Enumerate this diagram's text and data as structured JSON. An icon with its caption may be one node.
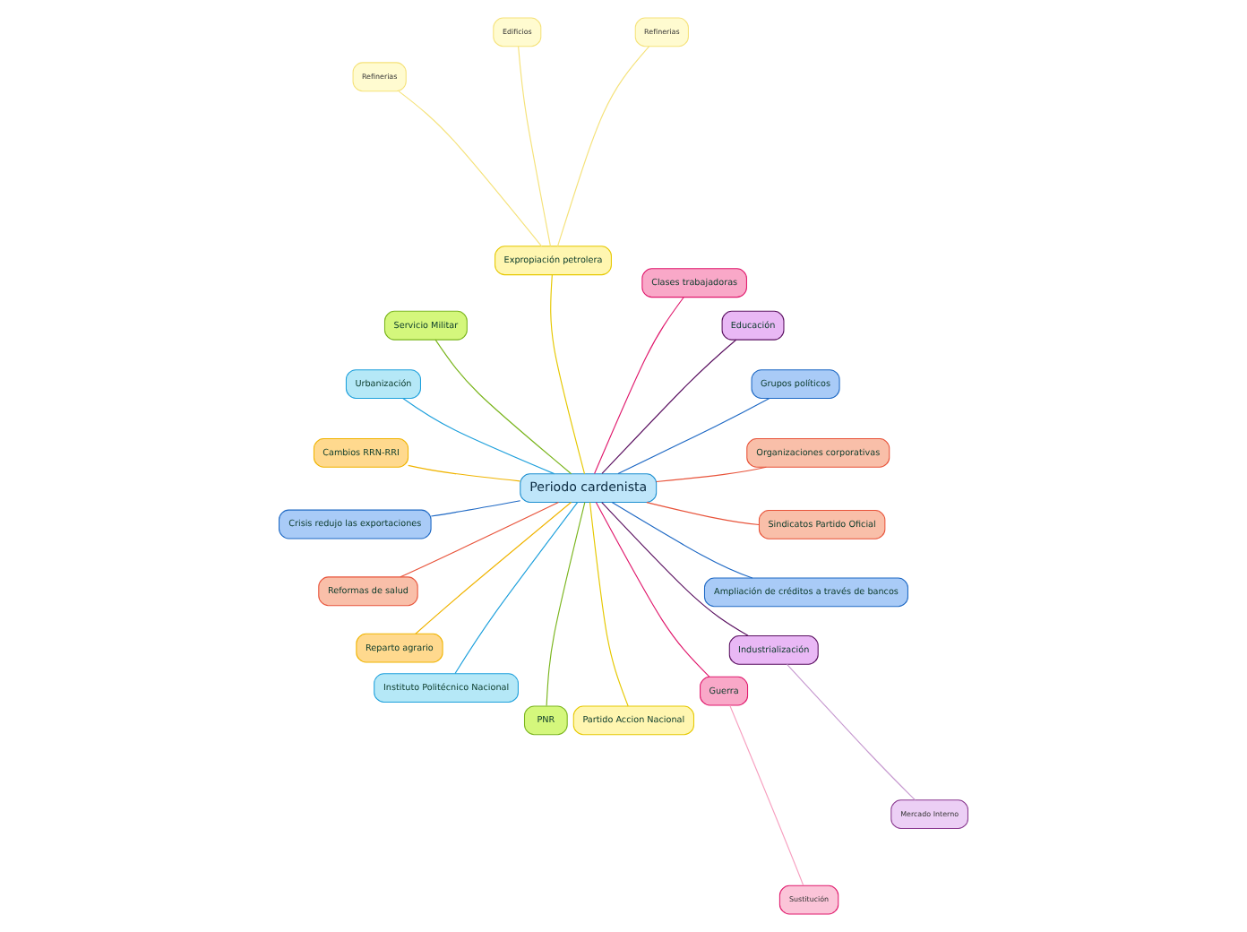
{
  "diagram": {
    "nodes": [
      {
        "text": [
          "Periodo cardenista"
        ]
      },
      {
        "text": [
          "Organizaciones corporativas"
        ]
      },
      {
        "text": [
          "Grupos políticos"
        ]
      },
      {
        "text": [
          "Educación"
        ]
      },
      {
        "text": [
          "Clases trabajadoras"
        ]
      },
      {
        "text": [
          "Expropiación petrolera"
        ]
      },
      {
        "text": [
          "Refinerias"
        ]
      },
      {
        "text": [
          "Edificios"
        ]
      },
      {
        "text": [
          "Refinerias"
        ]
      },
      {
        "text": [
          "Servicio Militar"
        ]
      },
      {
        "text": [
          "Urbanización"
        ]
      },
      {
        "text": [
          "Cambios RRN-RRI"
        ]
      },
      {
        "text": [
          "Crisis redujo las exportaciones"
        ]
      },
      {
        "text": [
          "Reformas de salud"
        ]
      },
      {
        "text": [
          "Reparto agrario"
        ]
      },
      {
        "text": [
          "Instituto Politécnico Nacional"
        ]
      },
      {
        "text": [
          "PNR"
        ]
      },
      {
        "text": [
          "Partido Accion Nacional"
        ]
      },
      {
        "text": [
          "Guerra"
        ]
      },
      {
        "text": [
          "Sustitución"
        ]
      },
      {
        "text": [
          "Industrialización"
        ]
      },
      {
        "text": [
          "Mercado Interno"
        ]
      },
      {
        "text": [
          "Ampliación de créditos a través de bancos"
        ]
      },
      {
        "text": [
          "Sindicatos Partido Oficial"
        ]
      }
    ],
    "edges": [
      {
        "from": 0,
        "to": 1,
        "arrow": "none",
        "color": "#e8533a"
      },
      {
        "from": 0,
        "to": 2,
        "arrow": "none",
        "color": "#1d68c4"
      },
      {
        "from": 0,
        "to": 3,
        "arrow": "none",
        "color": "#5a1060"
      },
      {
        "from": 0,
        "to": 4,
        "arrow": "none",
        "color": "#e0186c"
      },
      {
        "from": 0,
        "to": 5,
        "arrow": "none",
        "color": "#e6c800"
      },
      {
        "from": 5,
        "to": 6,
        "arrow": "none",
        "color": "#f5e27a"
      },
      {
        "from": 5,
        "to": 7,
        "arrow": "none",
        "color": "#f5e27a"
      },
      {
        "from": 5,
        "to": 8,
        "arrow": "none",
        "color": "#f5e27a"
      },
      {
        "from": 0,
        "to": 9,
        "arrow": "none",
        "color": "#7ab51d"
      },
      {
        "from": 0,
        "to": 10,
        "arrow": "none",
        "color": "#1ea0dc"
      },
      {
        "from": 0,
        "to": 11,
        "arrow": "none",
        "color": "#f0b400"
      },
      {
        "from": 0,
        "to": 12,
        "arrow": "none",
        "color": "#1d68c4"
      },
      {
        "from": 0,
        "to": 13,
        "arrow": "none",
        "color": "#e8533a"
      },
      {
        "from": 0,
        "to": 14,
        "arrow": "none",
        "color": "#f0b400"
      },
      {
        "from": 0,
        "to": 15,
        "arrow": "none",
        "color": "#1ea0dc"
      },
      {
        "from": 0,
        "to": 16,
        "arrow": "none",
        "color": "#7ab51d"
      },
      {
        "from": 0,
        "to": 17,
        "arrow": "none",
        "color": "#e6c800"
      },
      {
        "from": 0,
        "to": 18,
        "arrow": "none",
        "color": "#e0186c"
      },
      {
        "from": 18,
        "to": 19,
        "arrow": "none",
        "color": "#f7a0c0"
      },
      {
        "from": 0,
        "to": 20,
        "arrow": "none",
        "color": "#5a1060"
      },
      {
        "from": 20,
        "to": 21,
        "arrow": "none",
        "color": "#c79ad0"
      },
      {
        "from": 0,
        "to": 22,
        "arrow": "none",
        "color": "#1d68c4"
      },
      {
        "from": 0,
        "to": 23,
        "arrow": "none",
        "color": "#e8533a"
      }
    ]
  }
}
